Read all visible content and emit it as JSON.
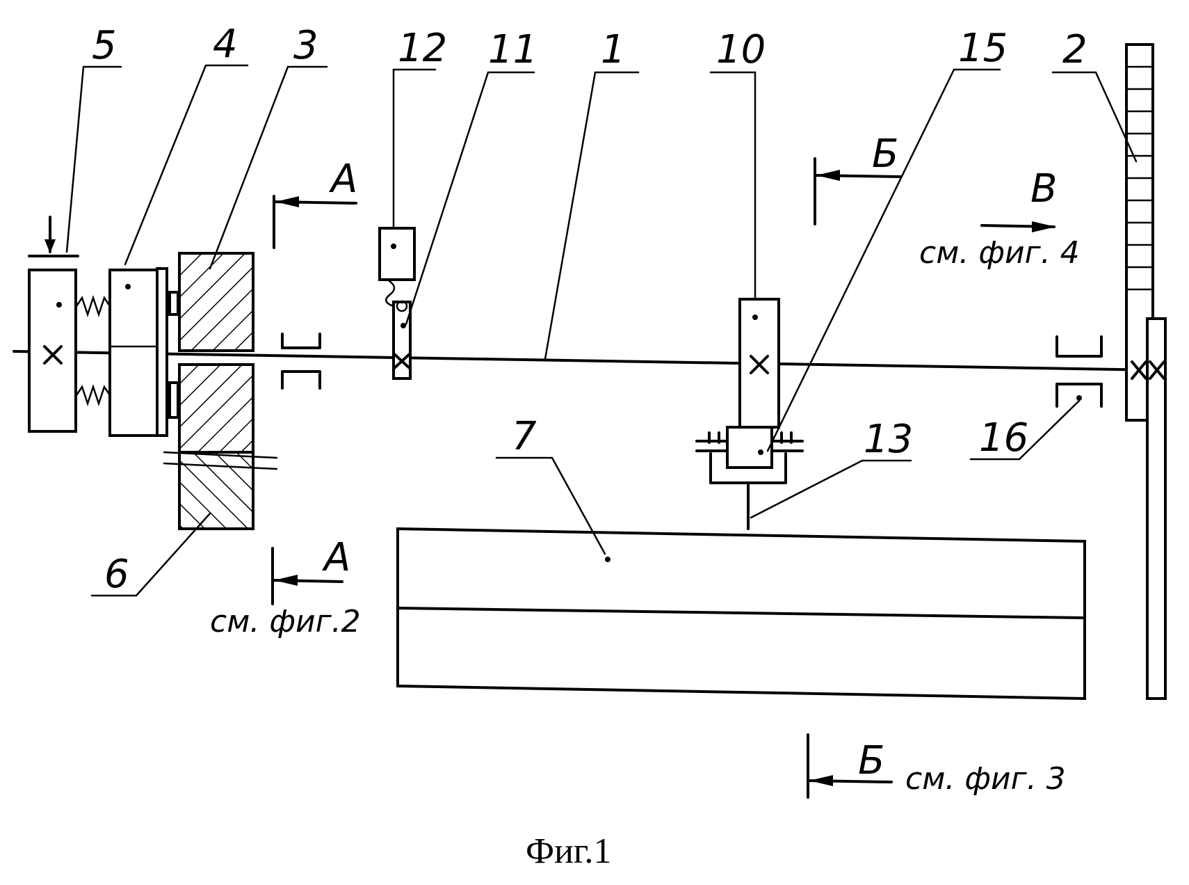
{
  "labels": {
    "l1": "1",
    "l2": "2",
    "l3": "3",
    "l4": "4",
    "l5": "5",
    "l6": "6",
    "l7": "7",
    "l10": "10",
    "l11": "11",
    "l12": "12",
    "l13": "13",
    "l15": "15",
    "l16": "16"
  },
  "sections": {
    "a_letter": "А",
    "b_letter": "Б",
    "v_letter": "В",
    "ref_fig2": "см. фиг.2",
    "ref_fig3": "см. фиг. 3",
    "ref_fig4": "см. фиг. 4"
  },
  "caption": "Фиг.1"
}
